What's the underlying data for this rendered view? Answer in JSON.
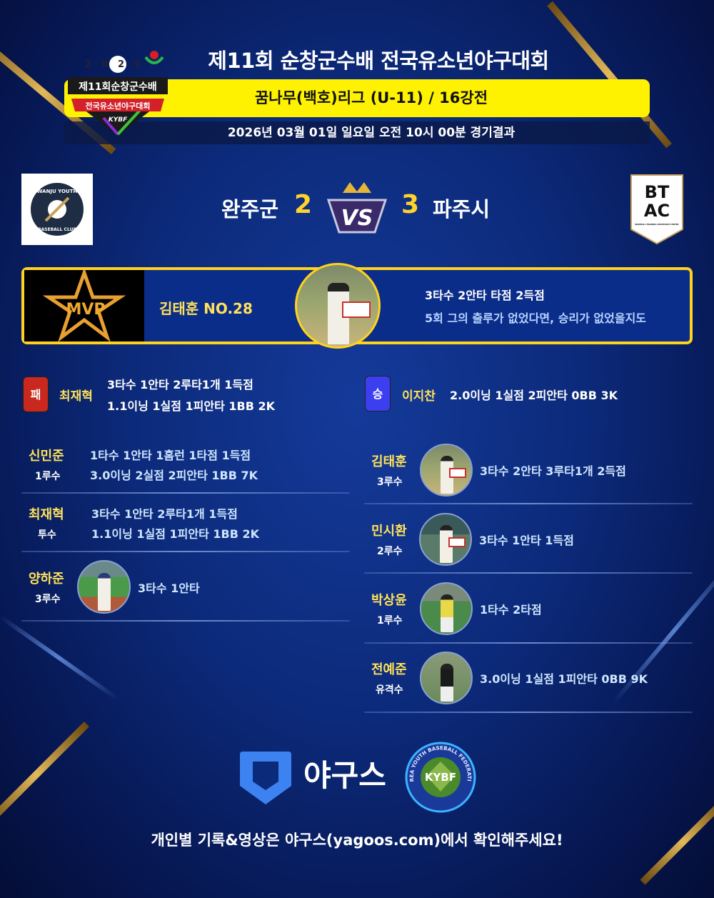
{
  "header": {
    "title": "제11회 순창군수배 전국유소년야구대회",
    "league": "꿈나무(백호)리그 (U-11) / 16강전",
    "date": "2026년 03월 01일 일요일 오전 10시 00분 경기결과",
    "badge_text": [
      "2026",
      "제11회순창군수배",
      "전국유소년야구대회",
      "KYBF"
    ]
  },
  "match": {
    "home": {
      "name": "완주군",
      "score": "2",
      "logo_text": [
        "WANJU YOUTH",
        "BASEBALL CLUB"
      ]
    },
    "away": {
      "name": "파주시",
      "score": "3",
      "logo_text": [
        "BT",
        "AC",
        "BASEBALL TRAINING ASSISTANCE CENTER"
      ]
    },
    "vs": "VS"
  },
  "mvp": {
    "label": "MVP",
    "name": "김태훈 NO.28",
    "line1": "3타수 2안타 타점 2득점",
    "line2": "5회 그의 출루가 없었다면, 승리가 없었을지도"
  },
  "pitchers": {
    "loss": {
      "badge": "패",
      "name": "최재혁",
      "line1": "3타수 1안타 2루타1개 1득점",
      "line2": "1.1이닝 1실점 1피안타 1BB 2K"
    },
    "win": {
      "badge": "승",
      "name": "이지찬",
      "line1": "2.0이닝 1실점 2피안타 0BB 3K"
    }
  },
  "home_players": [
    {
      "name": "신민준",
      "pos": "1루수",
      "line1": "1타수 1안타 1홈런 1타점 1득점",
      "line2": "3.0이닝 2실점 2피안타 1BB 7K"
    },
    {
      "name": "최재혁",
      "pos": "투수",
      "line1": "3타수 1안타 2루타1개 1득점",
      "line2": "1.1이닝 1실점 1피안타 1BB 2K"
    },
    {
      "name": "양하준",
      "pos": "3루수",
      "line1": "3타수 1안타"
    }
  ],
  "away_players": [
    {
      "name": "김태훈",
      "pos": "3루수",
      "line1": "3타수 2안타 3루타1개 2득점"
    },
    {
      "name": "민시환",
      "pos": "2루수",
      "line1": "3타수 1안타 1득점"
    },
    {
      "name": "박상윤",
      "pos": "1루수",
      "line1": "1타수 2타점"
    },
    {
      "name": "전예준",
      "pos": "유격수",
      "line1": "3.0이닝 1실점 1피안타 0BB 9K"
    }
  ],
  "footer": {
    "brand": "야구스",
    "kybf": "KYBF",
    "kybf_ring": "KOREA YOUTH BASEBALL FEDERATION",
    "note": "개인별 기록&영상은 야구스(yagoos.com)에서 확인해주세요!"
  },
  "colors": {
    "yellow": "#fff200",
    "gold": "#ffd21e",
    "loss": "#c8281e",
    "win": "#3b3ff0",
    "brand_blue": "#3c82f0"
  }
}
